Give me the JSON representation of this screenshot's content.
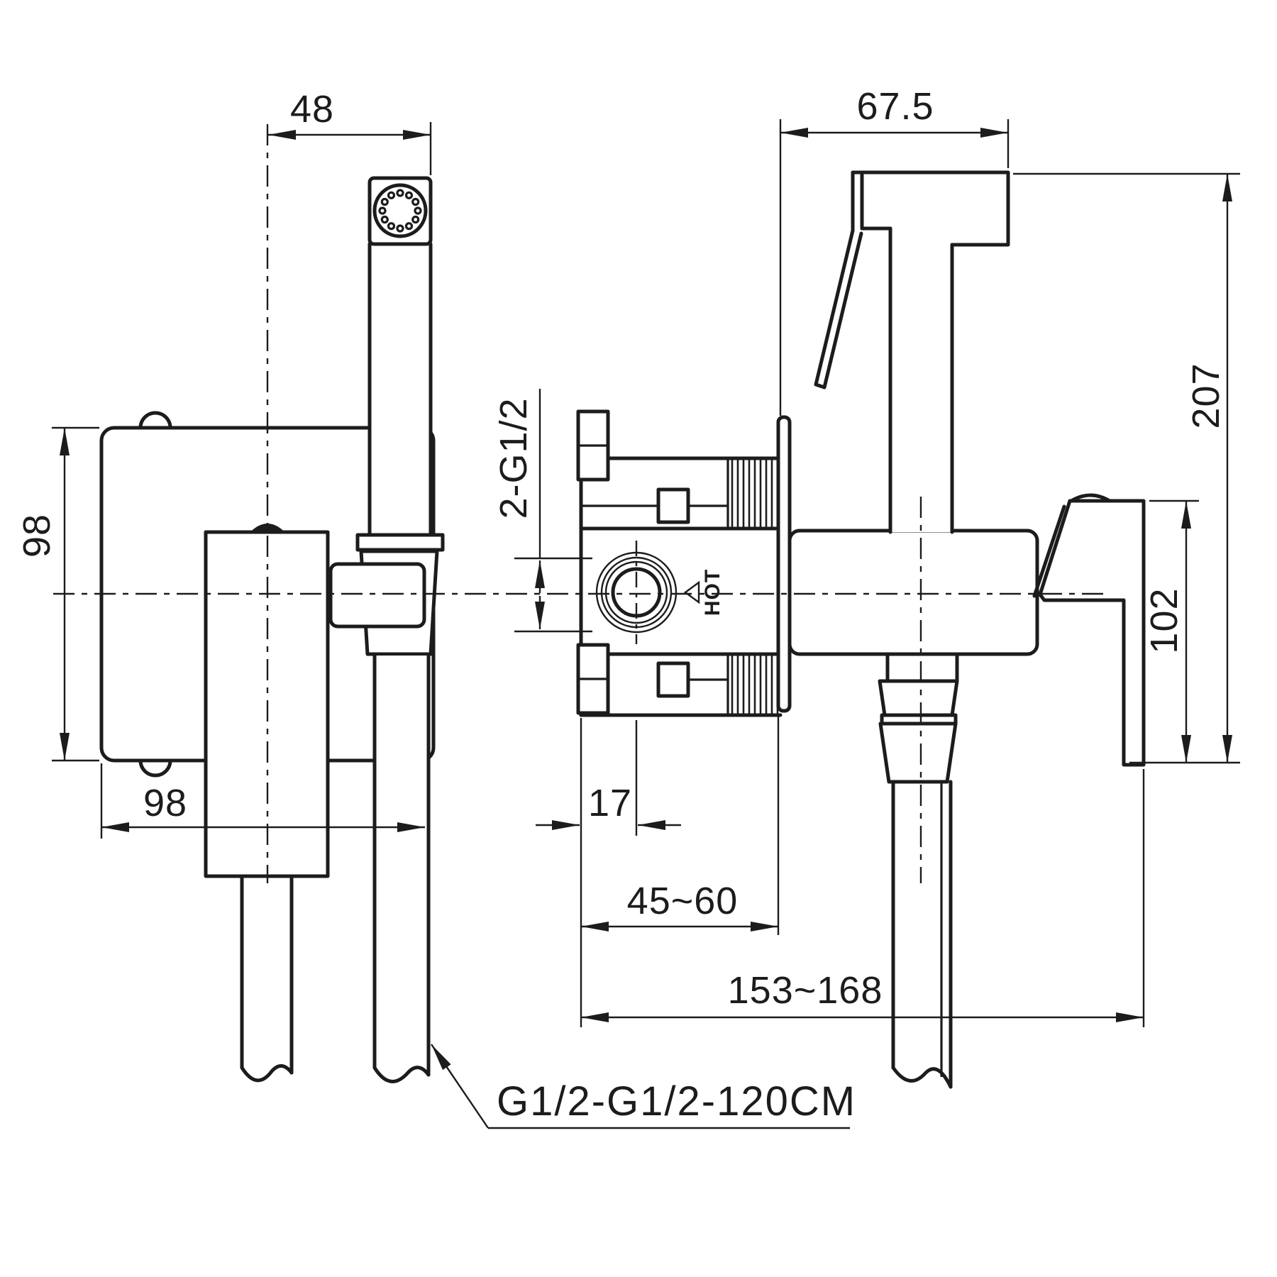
{
  "page": {
    "title": "bidet-mixer-installation-drawing",
    "background": "#ffffff",
    "line_color": "#1c1c1c"
  },
  "dimensions": {
    "head_width": "48",
    "head_offset": "67.5",
    "body_height": "98",
    "body_width": "98",
    "total_height": "207",
    "handle_height": "102",
    "inlet_ports": "2-G1/2",
    "port_offset": "17",
    "embed_depth": "45~60",
    "total_reach": "153~168"
  },
  "labels": {
    "hot": "HOT",
    "hose_spec": "G1/2-G1/2-120CM"
  }
}
